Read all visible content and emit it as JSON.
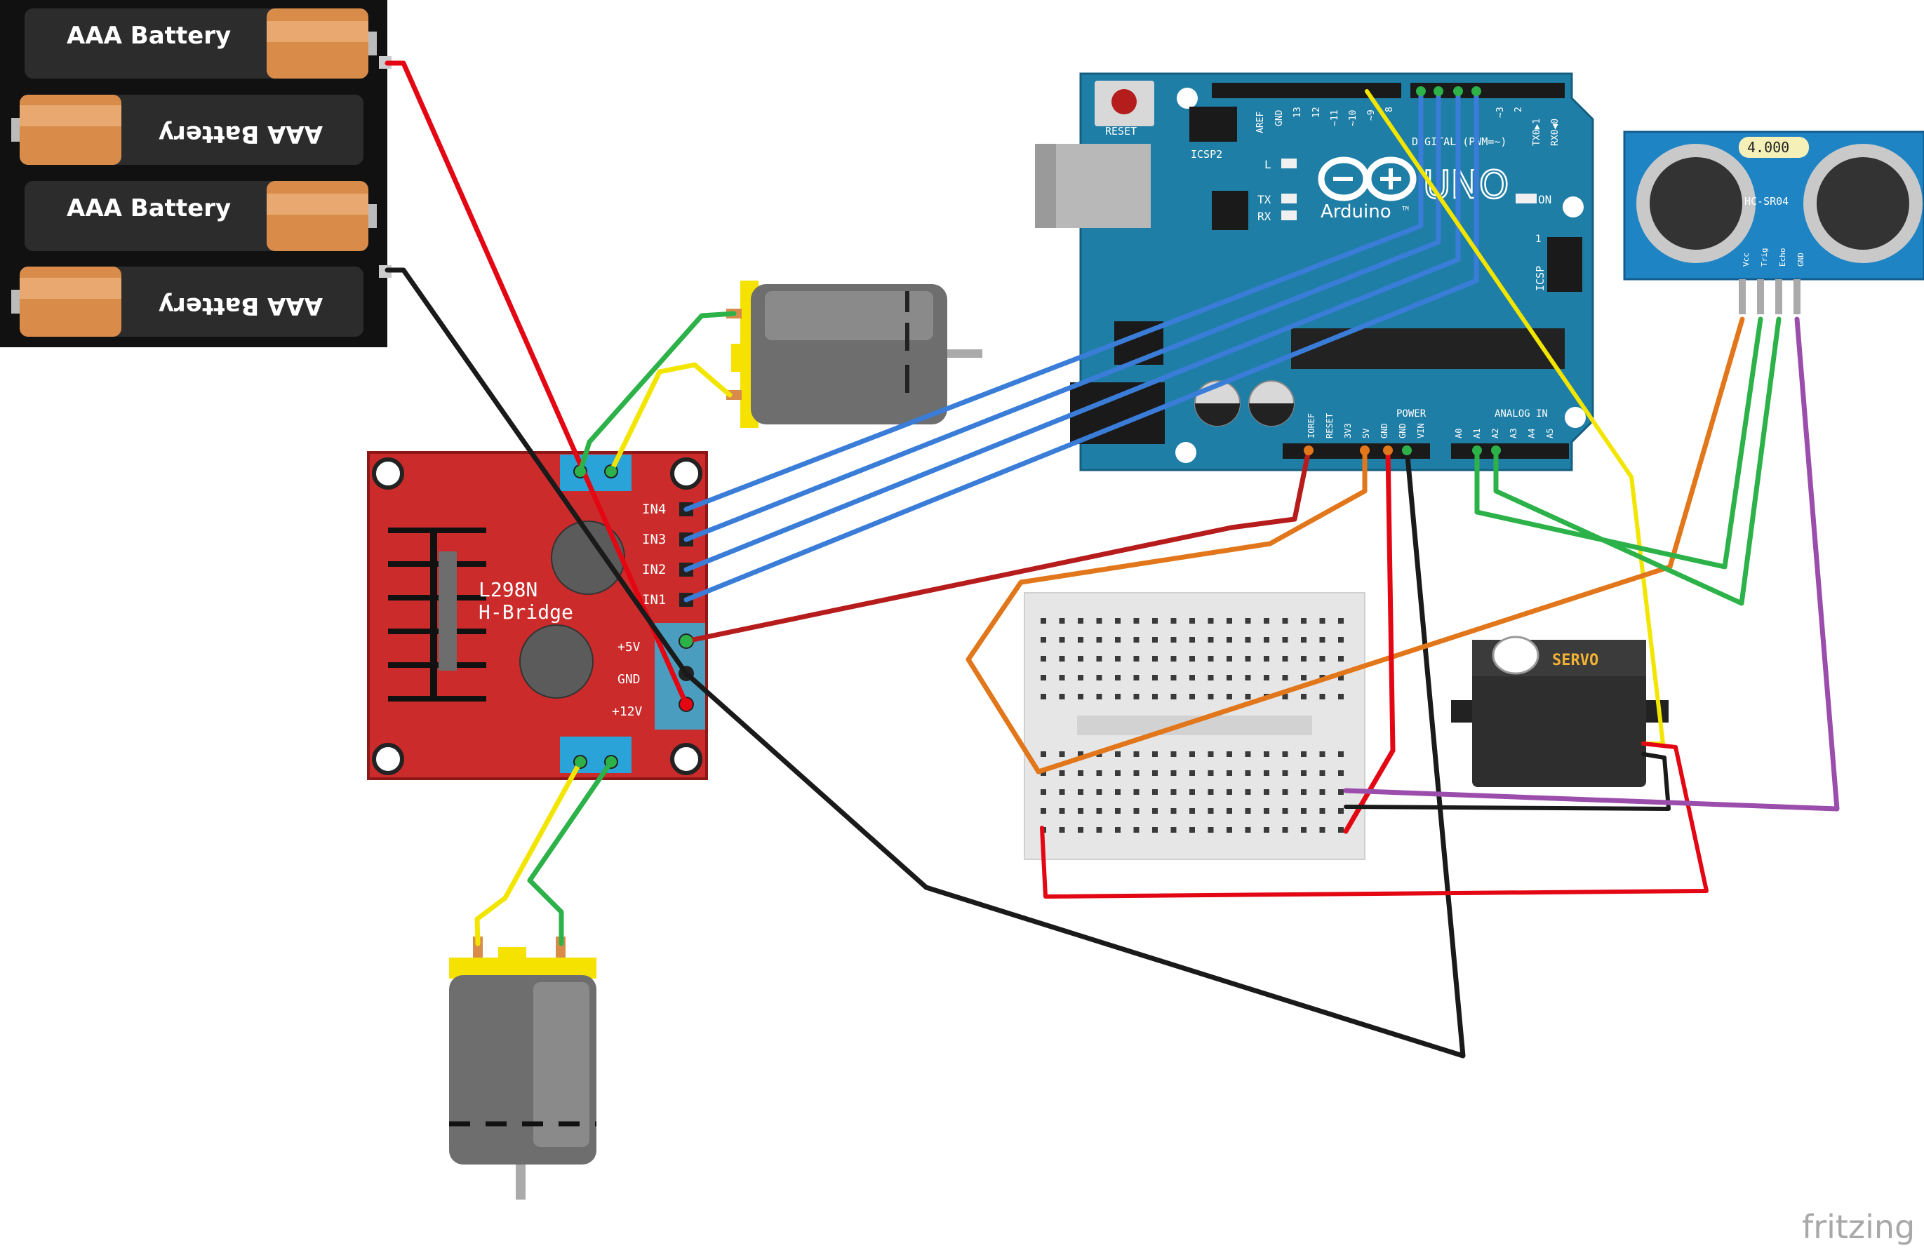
{
  "batteries": {
    "labels": [
      "AAA Battery",
      "AAA Battery",
      "AAA Battery",
      "AAA Battery"
    ]
  },
  "hbridge": {
    "title_line1": "L298N",
    "title_line2": "H-Bridge",
    "pins": [
      "IN4",
      "IN3",
      "IN2",
      "IN1"
    ],
    "power_pins": [
      "+5V",
      "GND",
      "+12V"
    ]
  },
  "arduino": {
    "reset_label": "RESET",
    "icsp2_label": "ICSP2",
    "icsp_label": "ICSP",
    "aref": "AREF",
    "gnd_top": "GND",
    "digital_pins": [
      "13",
      "12",
      "~11",
      "~10",
      "~9",
      "8"
    ],
    "digital_pins_right": [
      "~3",
      "2",
      "TX0▶1",
      "RX0◀0"
    ],
    "digital_label": "DIGITAL (PWM=~)",
    "l_label": "L",
    "tx_label": "TX",
    "rx_label": "RX",
    "on_label": "ON",
    "brand": "Arduino",
    "tm": "TM",
    "uno": "UNO",
    "icsp_one": "1",
    "power_label": "POWER",
    "analog_label": "ANALOG IN",
    "power_pins": [
      "IOREF",
      "RESET",
      "3V3",
      "5V",
      "GND",
      "GND",
      "VIN"
    ],
    "analog_pins": [
      "A0",
      "A1",
      "A2",
      "A3",
      "A4",
      "A5"
    ]
  },
  "sensor": {
    "display": "4.000",
    "model": "HC-SR04",
    "pins": [
      "Vcc",
      "Trig",
      "Echo",
      "GND"
    ]
  },
  "servo": {
    "label": "SERVO"
  },
  "watermark": "fritzing",
  "colors": {
    "wire_red": "#e30613",
    "wire_black": "#1a1a1a",
    "wire_blue": "#3a7dd8",
    "wire_green": "#2db24a",
    "wire_yellow": "#f2e600",
    "wire_orange": "#e2761b",
    "wire_purple": "#9b4dab",
    "wire_darkred": "#b71c1c",
    "hbridge_red": "#cc2b2b",
    "arduino_teal": "#1f7ea6"
  }
}
